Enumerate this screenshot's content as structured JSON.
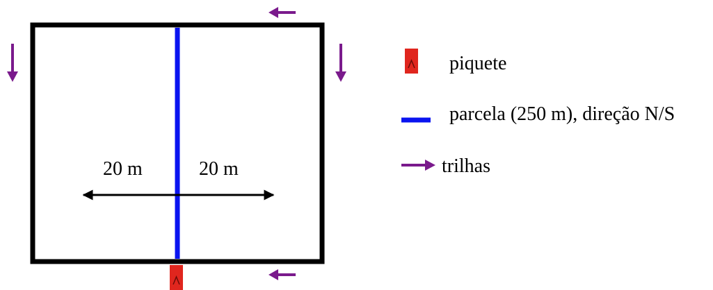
{
  "colors": {
    "plot_border": "#000000",
    "parcela_line": "#0a14f0",
    "trail_arrow": "#7a1a8c",
    "stake": "#e0261e",
    "stake_mark": "#6b0c08",
    "measure_arrow": "#000000"
  },
  "measurements": {
    "left_label": "20 m",
    "right_label": "20 m"
  },
  "legend": {
    "items": [
      {
        "key": "stake",
        "icon": "stake-icon",
        "label": "piquete"
      },
      {
        "key": "parcela",
        "icon": "blue-line-icon",
        "label": "parcela (250 m), direção N/S"
      },
      {
        "key": "trail",
        "icon": "purple-arrow-icon",
        "label": "trilhas"
      }
    ]
  }
}
